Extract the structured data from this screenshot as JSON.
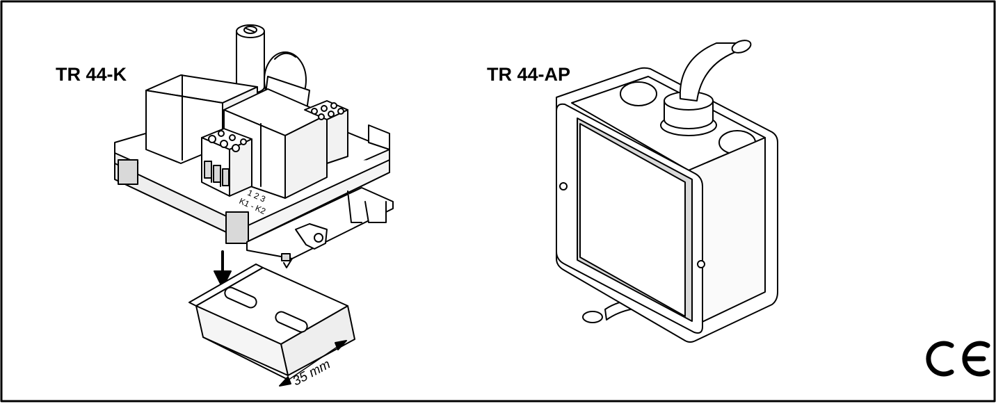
{
  "labels": {
    "left_device": "TR 44-K",
    "right_device": "TR 44-AP"
  },
  "terminals": {
    "numbers": "1  2  3",
    "contacts": "K1 - K2"
  },
  "rail": {
    "width_label": "35 mm"
  },
  "mark": {
    "ce": "CE"
  },
  "colors": {
    "line": "#000000",
    "background": "#ffffff",
    "shadow": "#d9d9d9"
  }
}
